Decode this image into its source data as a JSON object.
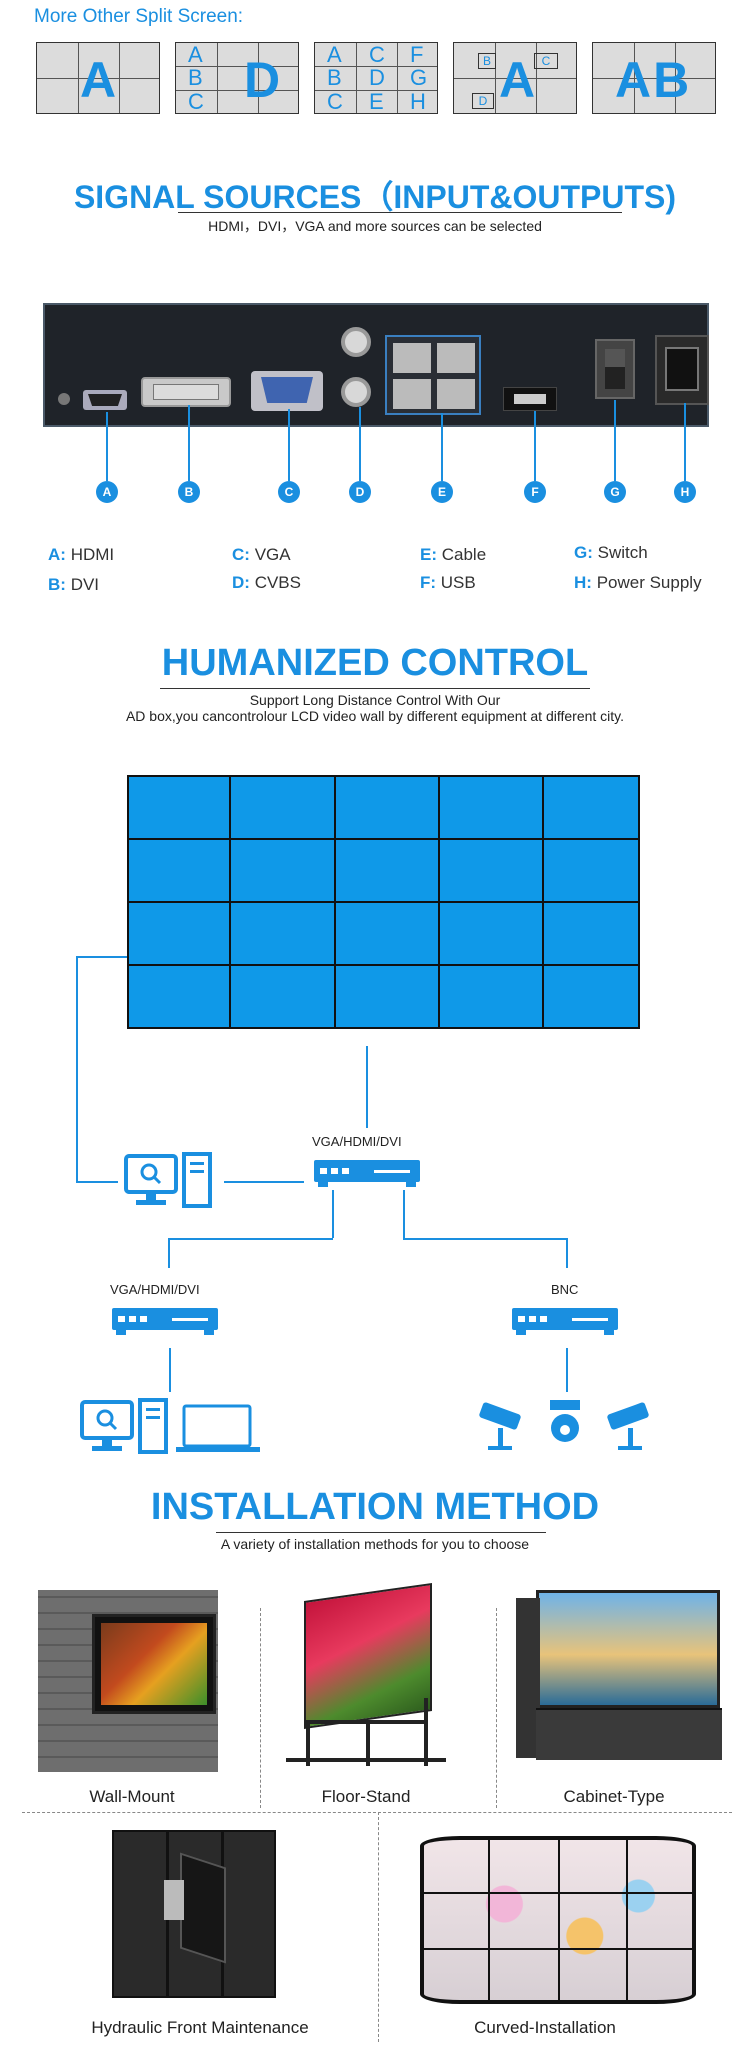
{
  "split": {
    "title": "More Other Split Screen:",
    "box1": "A",
    "box2_small": [
      "A",
      "B",
      "C"
    ],
    "box2_big": "D",
    "box3": [
      "A",
      "C",
      "F",
      "B",
      "D",
      "G",
      "C",
      "E",
      "H"
    ],
    "box4_mini": [
      "B",
      "C",
      "D"
    ],
    "box4_big": "A",
    "box5": "AB"
  },
  "signal": {
    "title": "SIGNAL SOURCES（INPUT&OUTPUTS)",
    "subtitle": "HDMI，DVI，VGA and more sources can be selected",
    "port_letters": [
      "A",
      "B",
      "C",
      "D",
      "E",
      "F",
      "G",
      "H"
    ],
    "legend": [
      {
        "key": "A:",
        "label": "HDMI"
      },
      {
        "key": "B:",
        "label": "DVI"
      },
      {
        "key": "C:",
        "label": "VGA"
      },
      {
        "key": "D:",
        "label": "CVBS"
      },
      {
        "key": "E:",
        "label": "Cable"
      },
      {
        "key": "F:",
        "label": "USB"
      },
      {
        "key": "G:",
        "label": "Switch"
      },
      {
        "key": "H:",
        "label": "Power Supply"
      }
    ]
  },
  "control": {
    "title": "HUMANIZED CONTROL",
    "subtitle_1": "Support Long Distance Control With Our",
    "subtitle_2": "AD box,you cancontrolour LCD video wall by different equipment at different city.",
    "label_main": "VGA/HDMI/DVI",
    "label_left": "VGA/HDMI/DVI",
    "label_right": "BNC"
  },
  "install": {
    "title": "INSTALLATION METHOD",
    "subtitle": "A variety of installation methods for you to choose",
    "methods": [
      "Wall-Mount",
      "Floor-Stand",
      "Cabinet-Type",
      "Hydraulic Front Maintenance",
      "Curved-Installation"
    ]
  },
  "colors": {
    "accent": "#1a8fe0",
    "wall_fill": "#0f99e8",
    "panel": "#1f2329"
  }
}
